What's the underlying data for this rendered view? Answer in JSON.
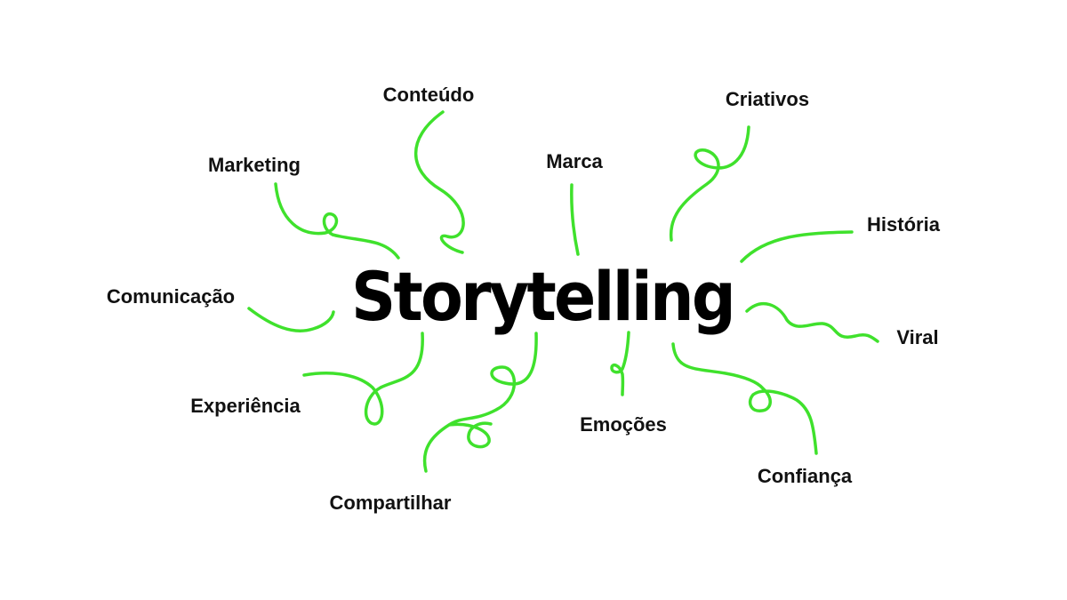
{
  "center": "Storytelling",
  "terms": {
    "conteudo": "Conteúdo",
    "criativos": "Criativos",
    "marketing": "Marketing",
    "marca": "Marca",
    "historia": "História",
    "comunicacao": "Comunicação",
    "viral": "Viral",
    "experiencia": "Experiência",
    "emocoes": "Emoções",
    "confianca": "Confiança",
    "compartilhar": "Compartilhar"
  },
  "colors": {
    "connector": "#3fe12c",
    "text": "#111111",
    "background": "#ffffff"
  }
}
